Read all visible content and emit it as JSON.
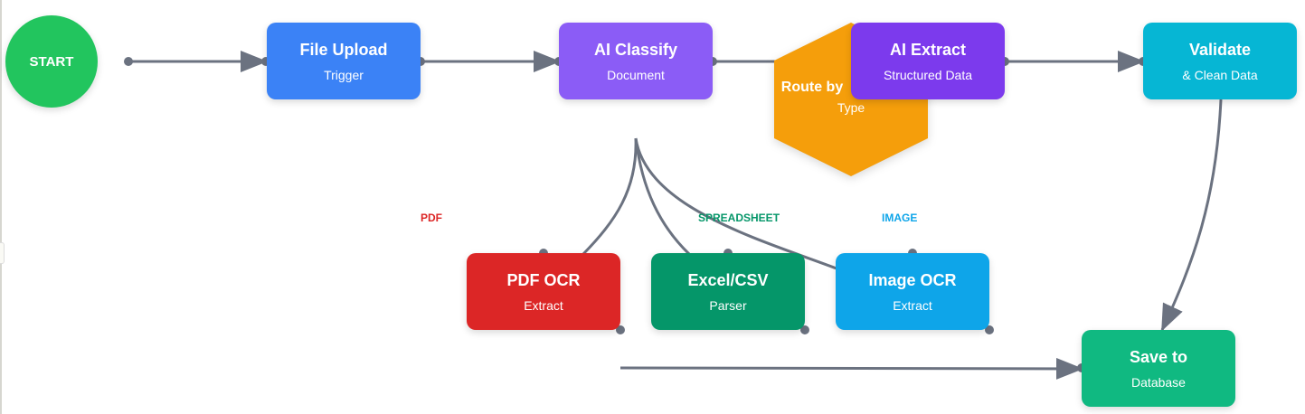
{
  "start": {
    "label": "START",
    "color": "#22c55e"
  },
  "nodes": {
    "upload": {
      "title": "File Upload",
      "sub": "Trigger",
      "color": "#3b82f6"
    },
    "classify": {
      "title": "AI Classify",
      "sub": "Document",
      "color": "#8b5cf6"
    },
    "route": {
      "title": "Route by",
      "sub": "Type",
      "color": "#f59e0b"
    },
    "extract": {
      "title": "AI Extract",
      "sub": "Structured Data",
      "color": "#7c3aed"
    },
    "validate": {
      "title": "Validate",
      "sub": "& Clean Data",
      "color": "#06b6d4"
    },
    "pdf": {
      "title": "PDF OCR",
      "sub": "Extract",
      "color": "#dc2626"
    },
    "excel": {
      "title": "Excel/CSV",
      "sub": "Parser",
      "color": "#059669"
    },
    "image": {
      "title": "Image OCR",
      "sub": "Extract",
      "color": "#0ea5e9"
    },
    "save": {
      "title": "Save to",
      "sub": "Database",
      "color": "#10b981"
    }
  },
  "edge_labels": {
    "pdf": "PDF",
    "spreadsheet": "SPREADSHEET",
    "image": "IMAGE"
  },
  "edge_color": "#6b7280"
}
